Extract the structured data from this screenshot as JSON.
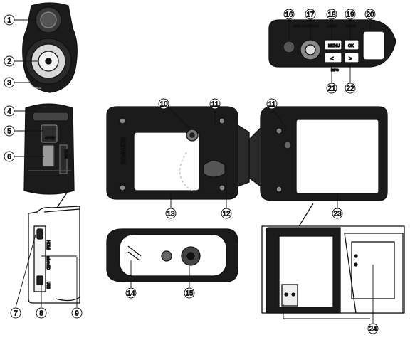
{
  "callouts": [
    {
      "id": "c1",
      "label": "1"
    },
    {
      "id": "c2",
      "label": "2"
    },
    {
      "id": "c3",
      "label": "3"
    },
    {
      "id": "c4",
      "label": "4"
    },
    {
      "id": "c5",
      "label": "5"
    },
    {
      "id": "c6",
      "label": "6"
    },
    {
      "id": "c7",
      "label": "7"
    },
    {
      "id": "c8",
      "label": "8"
    },
    {
      "id": "c9",
      "label": "9"
    },
    {
      "id": "c10",
      "label": "10"
    },
    {
      "id": "c11a",
      "label": "11"
    },
    {
      "id": "c11b",
      "label": "11"
    },
    {
      "id": "c12",
      "label": "12"
    },
    {
      "id": "c13",
      "label": "13"
    },
    {
      "id": "c14",
      "label": "14"
    },
    {
      "id": "c15",
      "label": "15"
    },
    {
      "id": "c16",
      "label": "16"
    },
    {
      "id": "c17",
      "label": "17"
    },
    {
      "id": "c18",
      "label": "18"
    },
    {
      "id": "c19",
      "label": "19"
    },
    {
      "id": "c20",
      "label": "20"
    },
    {
      "id": "c21",
      "label": "21"
    },
    {
      "id": "c22",
      "label": "22"
    },
    {
      "id": "c23",
      "label": "23"
    },
    {
      "id": "c24",
      "label": "24"
    }
  ],
  "camera_labels": {
    "brand": "OLYMPUS",
    "hdmi": "HDMI",
    "open": "OPEN",
    "usb": "USB",
    "microsd": "microSD",
    "menu": "MENU",
    "ok": "OK",
    "info": "INFO",
    "top_labels": [
      "OSM",
      "OFF/ZOOM",
      "LOCK",
      "MODE"
    ],
    "arrow_left": "<",
    "arrow_right": ">"
  }
}
